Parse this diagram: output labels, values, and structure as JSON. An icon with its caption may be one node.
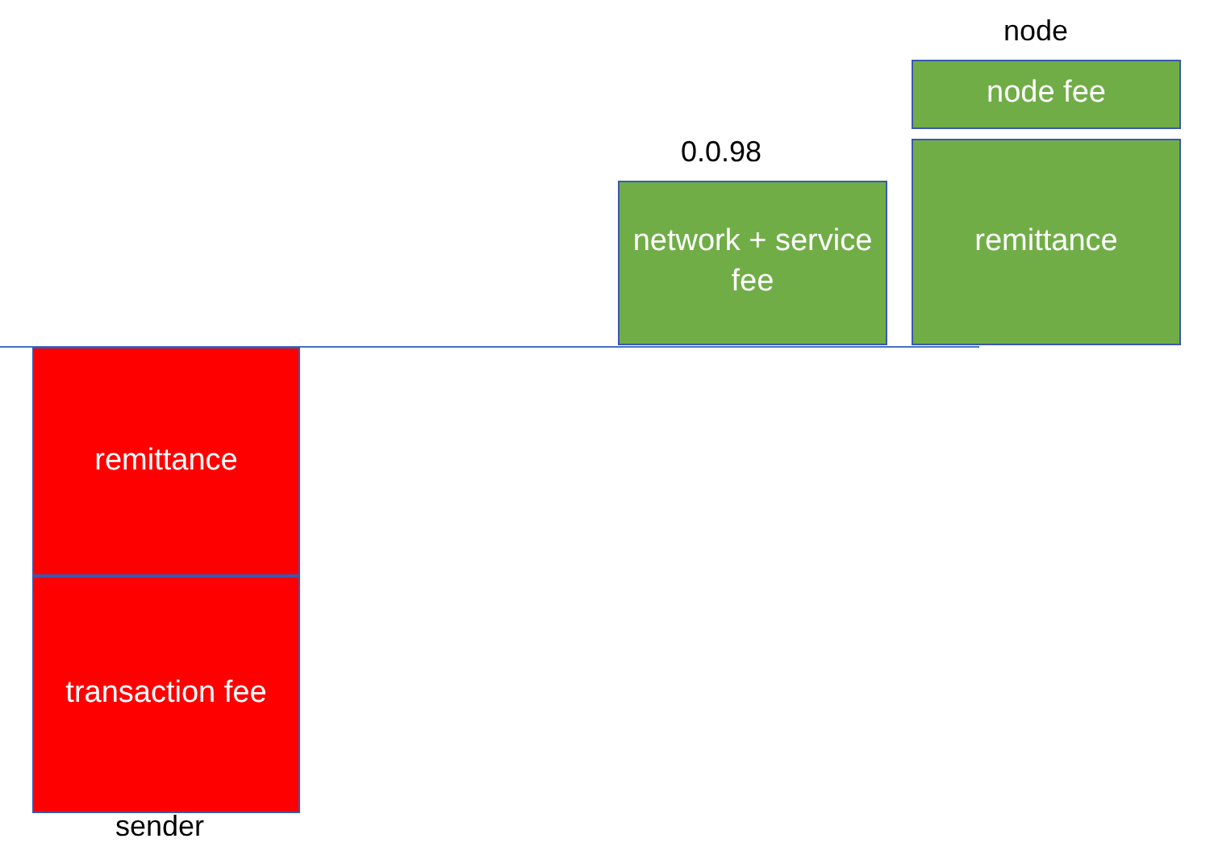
{
  "diagram": {
    "nodes": [
      {
        "text": [
          "remittance"
        ]
      },
      {
        "text": [
          "transaction fee"
        ],
        "beside": [
          "sender"
        ]
      },
      {
        "text": [
          "network + service fee"
        ],
        "beside": [
          "0.0.98"
        ]
      },
      {
        "text": [
          "node fee"
        ],
        "beside": [
          "node"
        ]
      },
      {
        "text": [
          "remittance"
        ]
      }
    ]
  }
}
